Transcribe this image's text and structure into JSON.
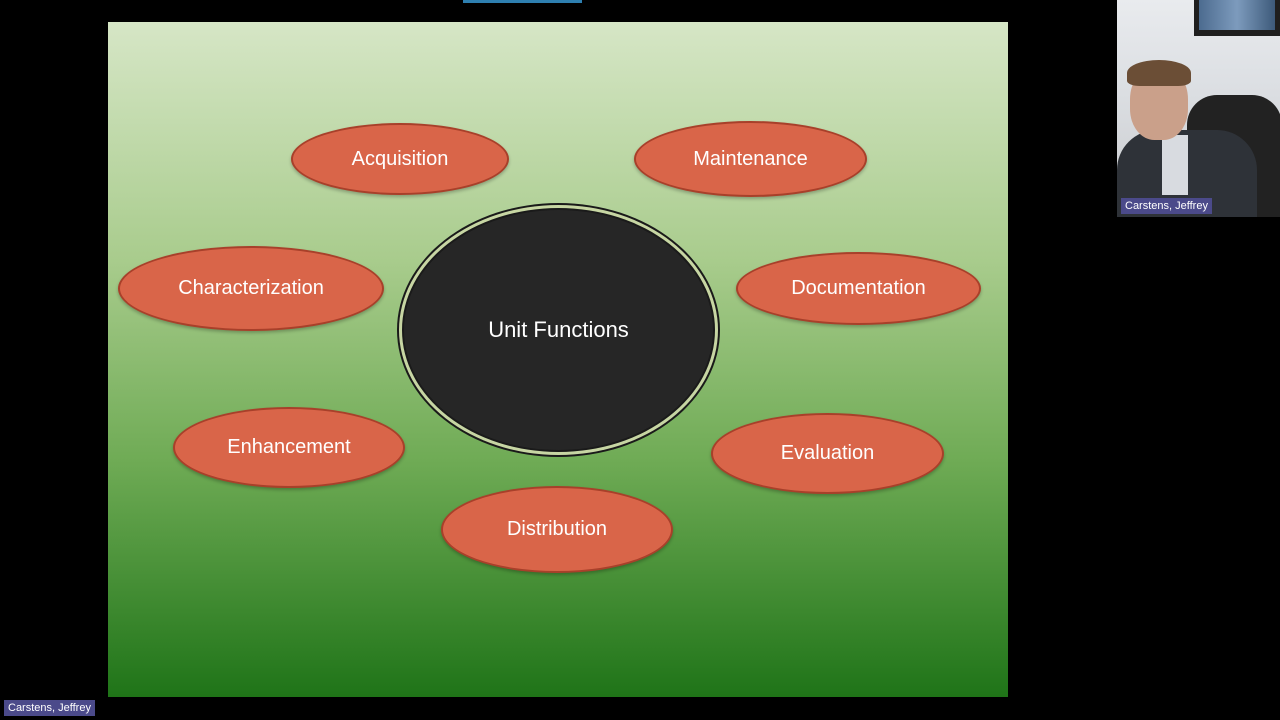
{
  "slide": {
    "center_label": "Unit Functions",
    "functions": [
      "Acquisition",
      "Maintenance",
      "Characterization",
      "Documentation",
      "Enhancement",
      "Evaluation",
      "Distribution"
    ]
  },
  "participants": {
    "video_tile_name": "Carstens, Jeffrey",
    "presenter_name": "Carstens, Jeffrey"
  },
  "colors": {
    "oval_fill": "#d96549",
    "center_fill": "#262626",
    "slide_top": "#d6e6c6",
    "slide_bottom": "#1f7418",
    "name_tag": "#4b4a8a"
  }
}
